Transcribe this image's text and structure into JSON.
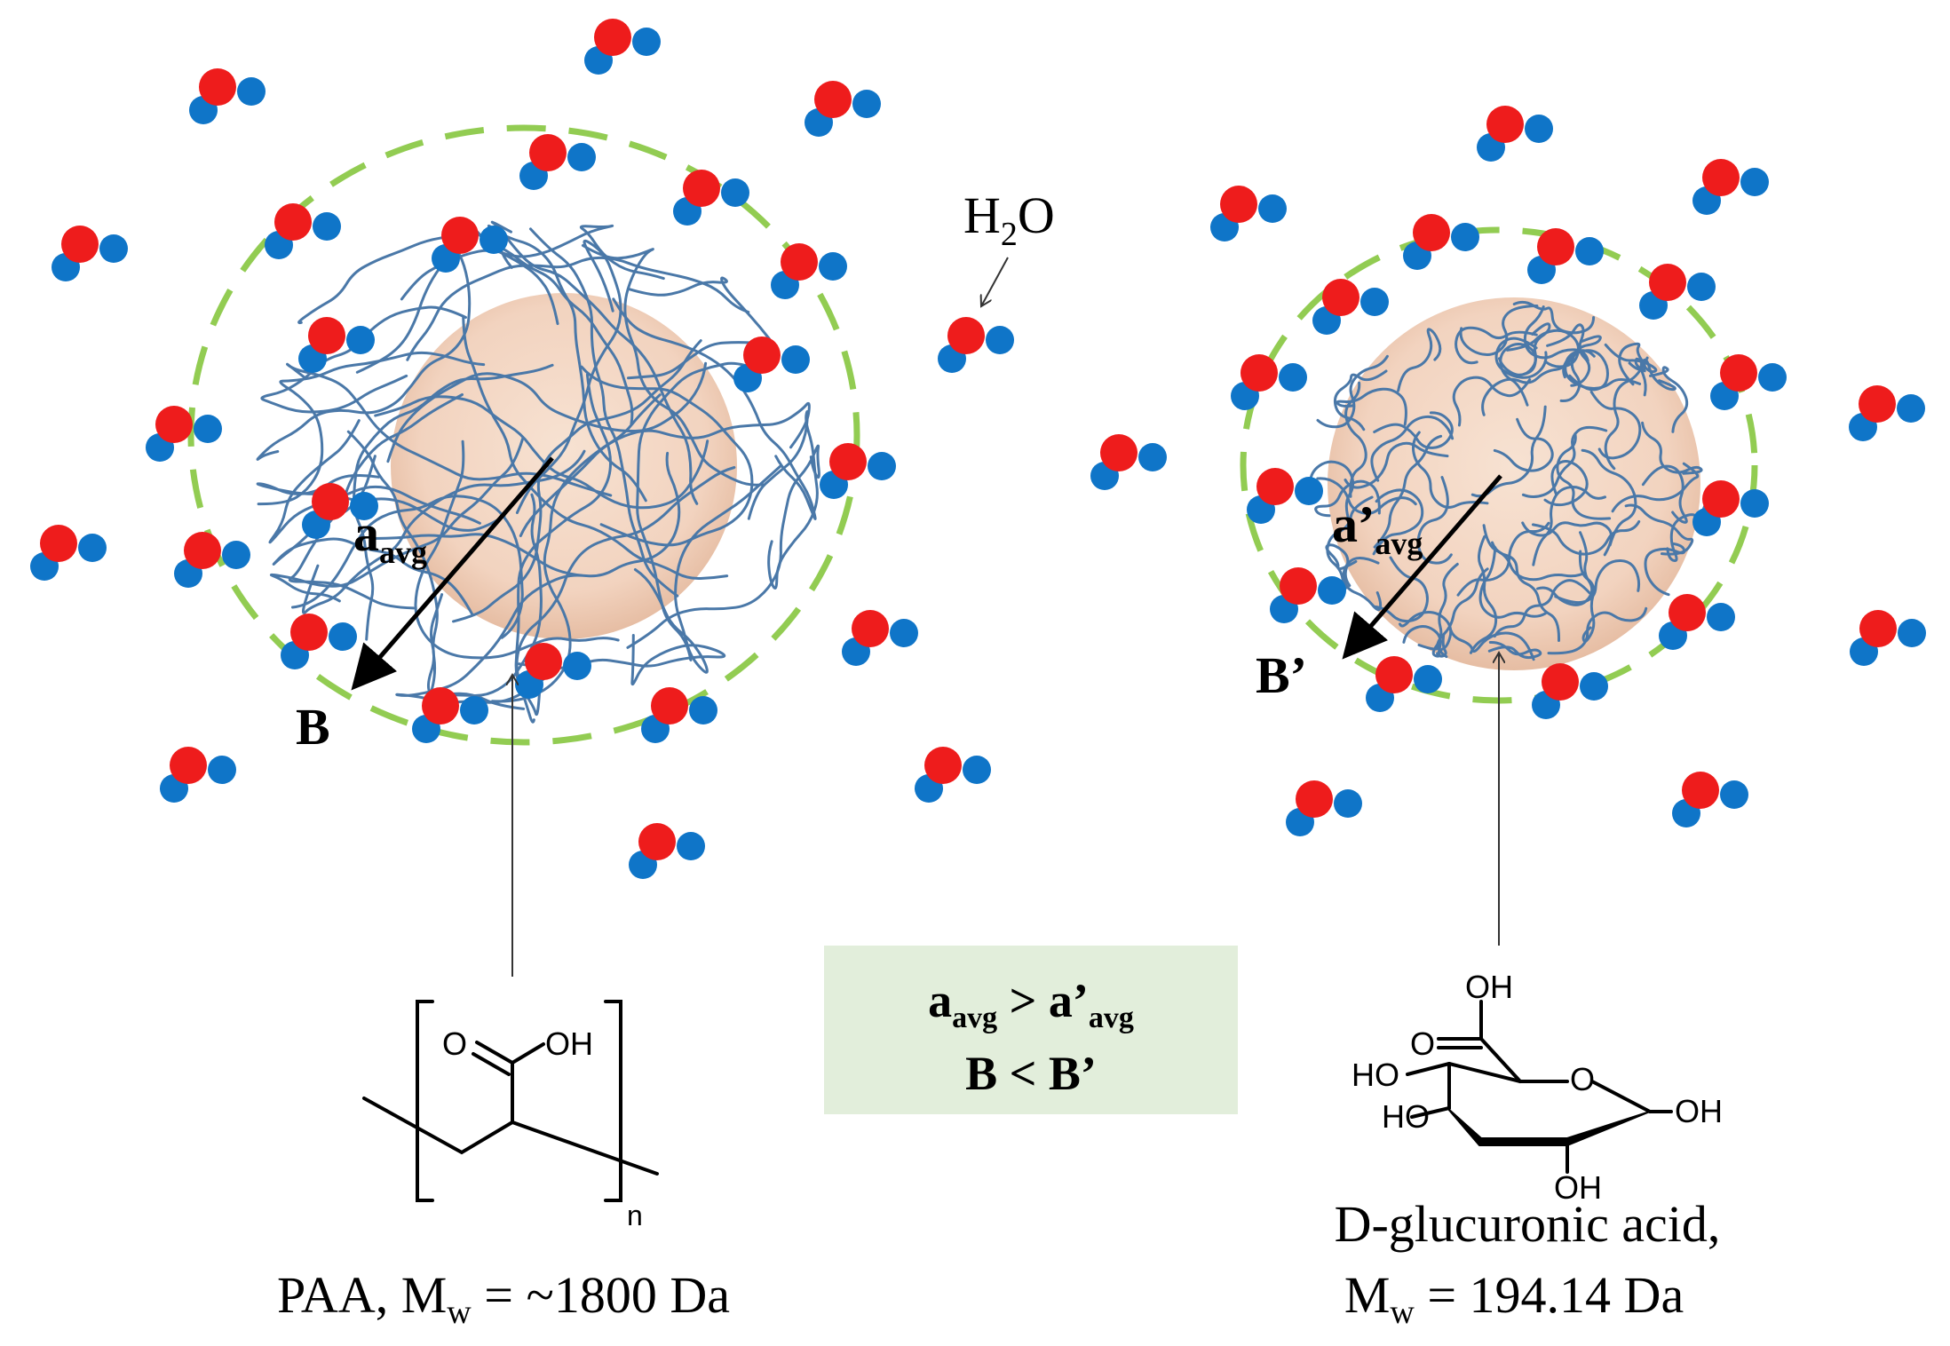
{
  "water_label": {
    "main": "H",
    "sub": "2",
    "tail": "O"
  },
  "left_particle": {
    "radius_label": {
      "main": "a",
      "sub": "avg"
    },
    "point_label": "B",
    "caption": {
      "pre": "PAA, M",
      "sub": "w",
      "post": " = ~1800 Da"
    },
    "structure": {
      "carbonyl_o": "O",
      "hydroxyl": "OH",
      "repeat": "n"
    }
  },
  "right_particle": {
    "radius_label": {
      "main": "a’",
      "sub": "avg"
    },
    "point_label": "B’",
    "caption_line1": "D-glucuronic acid,",
    "caption_line2": {
      "pre": "M",
      "sub": "w",
      "post": " = 194.14 Da"
    },
    "structure": {
      "acid_oh": "OH",
      "carbonyl_o": "O",
      "ring_o": "O",
      "ho_upper": "HO",
      "ho_lower": "HO",
      "oh_right": "OH",
      "oh_bottom": "OH"
    }
  },
  "comparison_box": {
    "line1": {
      "a": "a",
      "a_sub": "avg",
      "op": " > ",
      "b": "a’",
      "b_sub": "avg"
    },
    "line2": "B < B’"
  },
  "colors": {
    "oxygen": "#ee1c1c",
    "hydrogen": "#0f75c8",
    "chain": "#4a78a8",
    "shell": "#92cc52",
    "core": "#f2d3bf",
    "box": "#e2eedb"
  }
}
